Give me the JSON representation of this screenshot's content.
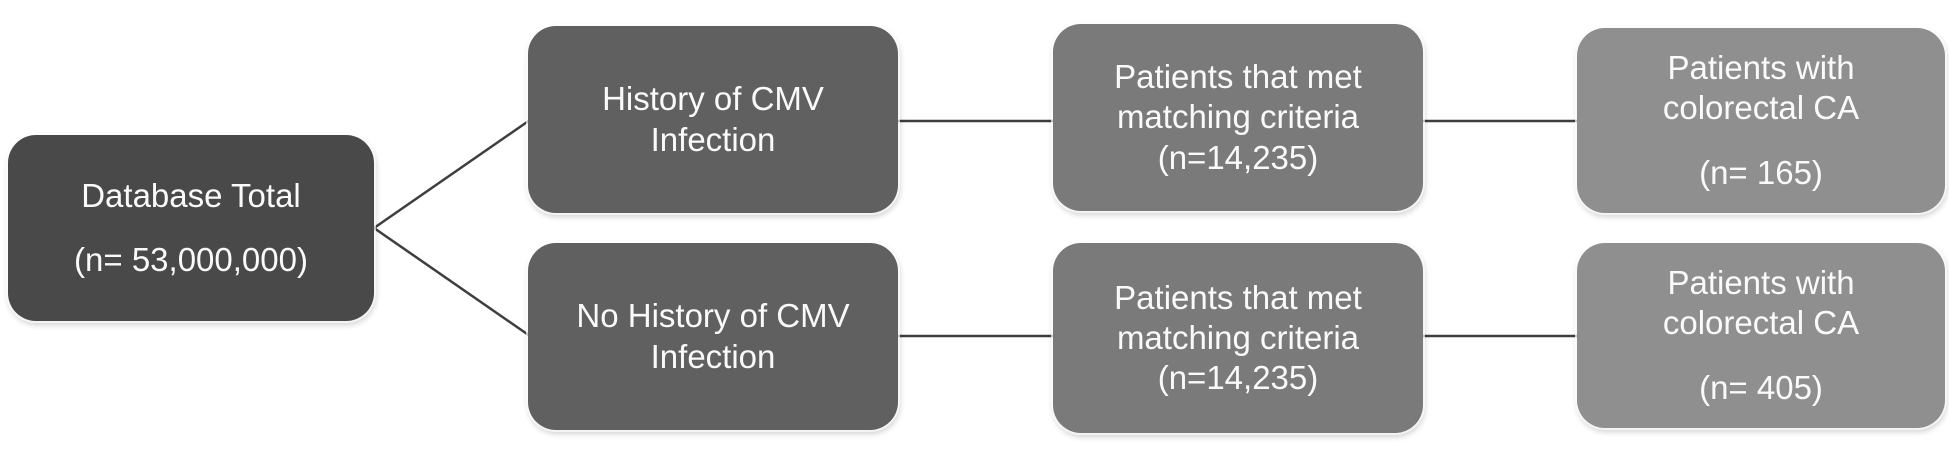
{
  "flowchart": {
    "connector_color": "#3e3e3e",
    "boxes": [
      {
        "id": "database-total",
        "paragraphs": [
          "Database Total",
          "(n= 53,000,000)"
        ],
        "color": "#494949"
      },
      {
        "id": "history-cmv",
        "paragraphs": [
          "History of CMV\nInfection"
        ],
        "color": "#606060"
      },
      {
        "id": "matched-cmv",
        "paragraphs": [
          "Patients that met\nmatching criteria\n(n=14,235)"
        ],
        "color": "#7a7a7a"
      },
      {
        "id": "colorectal-ca-cmv",
        "paragraphs": [
          "Patients with\ncolorectal CA",
          "(n= 165)"
        ],
        "color": "#8f8f8f"
      },
      {
        "id": "no-history-cmv",
        "paragraphs": [
          "No History of CMV\nInfection"
        ],
        "color": "#606060"
      },
      {
        "id": "matched-no-cmv",
        "paragraphs": [
          "Patients that met\nmatching criteria\n(n=14,235)"
        ],
        "color": "#7a7a7a"
      },
      {
        "id": "colorectal-ca-no-cmv",
        "paragraphs": [
          "Patients with\ncolorectal CA",
          "(n= 405)"
        ],
        "color": "#8f8f8f"
      }
    ]
  }
}
